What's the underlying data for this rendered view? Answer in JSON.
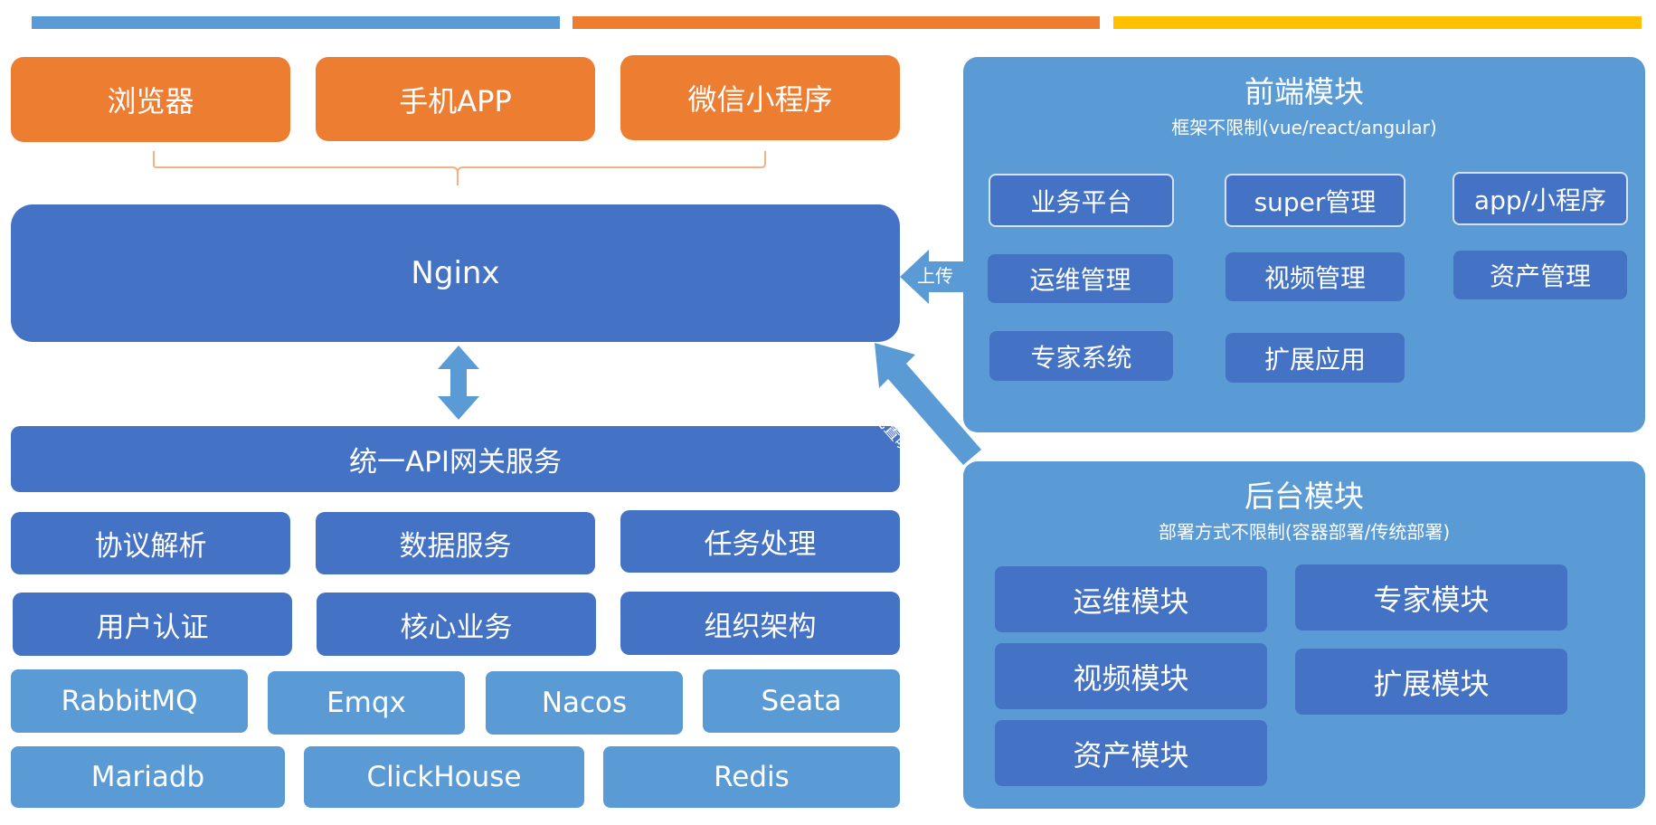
{
  "colors": {
    "orange": "#ED7D31",
    "dark_blue": "#4472C4",
    "light_blue": "#5B9BD5",
    "yellow": "#FFC000"
  },
  "clients": [
    "浏览器",
    "手机APP",
    "微信小程序"
  ],
  "nginx": "Nginx",
  "gateway": "统一API网关服务",
  "services": [
    [
      "协议解析",
      "数据服务",
      "任务处理"
    ],
    [
      "用户认证",
      "核心业务",
      "组织架构"
    ]
  ],
  "middleware_row1": [
    "RabbitMQ",
    "Emqx",
    "Nacos",
    "Seata"
  ],
  "middleware_row2": [
    "Mariadb",
    "ClickHouse",
    "Redis"
  ],
  "frontend": {
    "title": "前端模块",
    "subtitle": "框架不限制(vue/react/angular)",
    "items": [
      "业务平台",
      "super管理",
      "app/小程序",
      "运维管理",
      "视频管理",
      "资产管理",
      "专家系统",
      "扩展应用"
    ]
  },
  "backend": {
    "title": "后台模块",
    "subtitle": "部署方式不限制(容器部署/传统部署)",
    "items": [
      "运维模块",
      "专家模块",
      "视频模块",
      "扩展模块",
      "资产模块"
    ]
  },
  "arrows": {
    "upload": "上传",
    "config_mapping": "配置映射"
  }
}
